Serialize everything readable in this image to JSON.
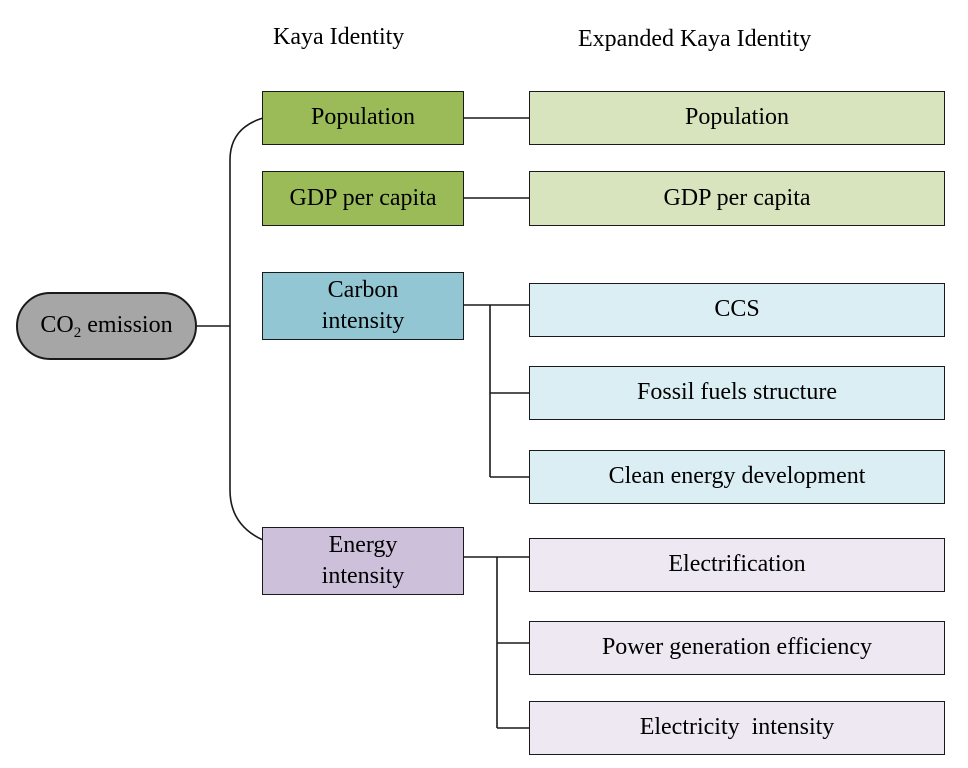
{
  "headers": {
    "kaya": "Kaya Identity",
    "expanded": "Expanded Kaya Identity"
  },
  "root": {
    "prefix": "CO",
    "subscript": "2",
    "suffix": " emission"
  },
  "kaya_factors": {
    "population": "Population",
    "gdp": "GDP per capita",
    "carbon_line1": "Carbon",
    "carbon_line2": "intensity",
    "energy_line1": "Energy",
    "energy_line2": "intensity"
  },
  "expanded_factors": {
    "population": "Population",
    "gdp": "GDP per capita",
    "ccs": "CCS",
    "fossil": "Fossil fuels structure",
    "clean": "Clean energy development",
    "electrification": "Electrification",
    "power_gen": "Power generation efficiency",
    "electricity_intensity": "Electricity  intensity"
  },
  "colors": {
    "root": "#a6a6a6",
    "population_gdp_dark": "#9bbb59",
    "population_gdp_light": "#d7e4bd",
    "carbon_dark": "#93c6d3",
    "carbon_light": "#dbeef3",
    "energy_dark": "#ccc0da",
    "energy_light": "#ede8f1"
  }
}
